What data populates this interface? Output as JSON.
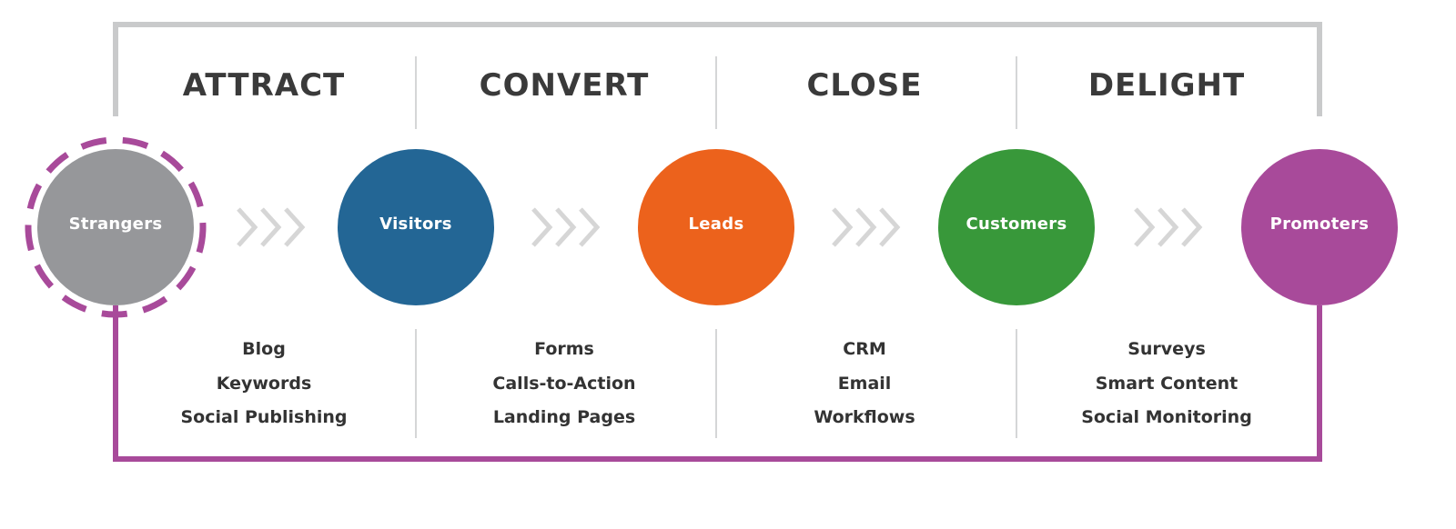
{
  "stages": [
    {
      "title": "ATTRACT",
      "tools": [
        "Blog",
        "Keywords",
        "Social Publishing"
      ]
    },
    {
      "title": "CONVERT",
      "tools": [
        "Forms",
        "Calls-to-Action",
        "Landing Pages"
      ]
    },
    {
      "title": "CLOSE",
      "tools": [
        "CRM",
        "Email",
        "Workflows"
      ]
    },
    {
      "title": "DELIGHT",
      "tools": [
        "Surveys",
        "Smart Content",
        "Social Monitoring"
      ]
    }
  ],
  "nodes": [
    {
      "label": "Strangers",
      "color": "#96979a"
    },
    {
      "label": "Visitors",
      "color": "#236695"
    },
    {
      "label": "Leads",
      "color": "#ec621c"
    },
    {
      "label": "Customers",
      "color": "#38983a"
    },
    {
      "label": "Promoters",
      "color": "#a84a9a"
    }
  ],
  "colors": {
    "top_bracket": "#c9cacb",
    "return_loop": "#a84a9a",
    "dividers": "#d5d6d7",
    "chevrons": "#d6d6d6"
  }
}
